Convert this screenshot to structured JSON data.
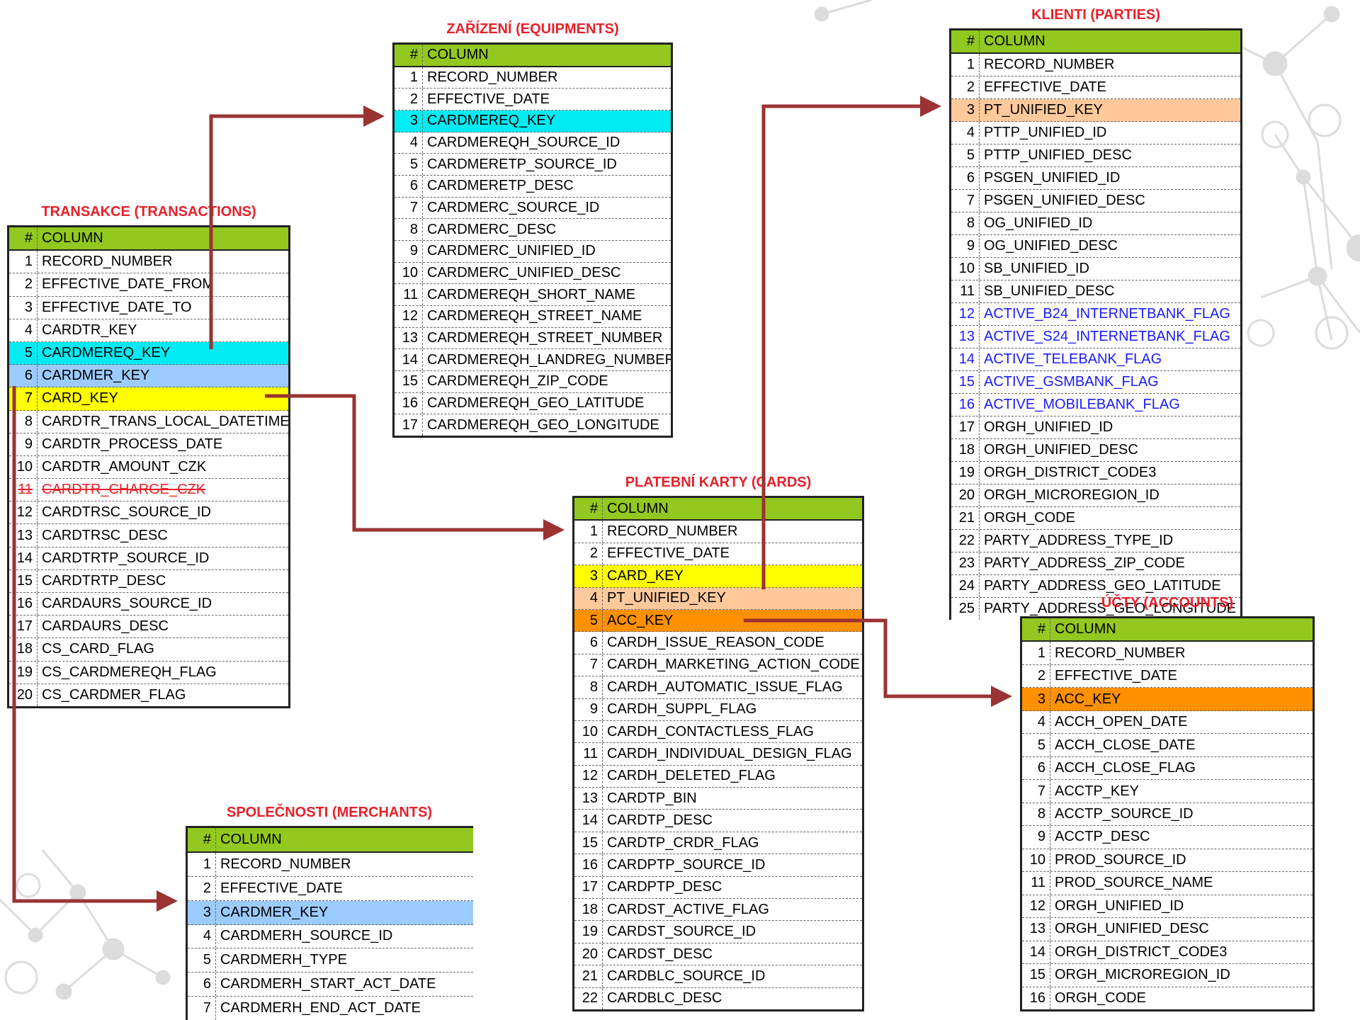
{
  "colors": {
    "title": "#e8202a",
    "header": "#92c820",
    "cyan": "#00ecf2",
    "blue": "#9ccbff",
    "yellow": "#ffff00",
    "peach": "#ffc99c",
    "orange": "#ff9000",
    "arrow": "#9b3333",
    "link_text": "#1a1aff"
  },
  "tables": {
    "transactions": {
      "title": "TRANSAKCE (TRANSACTIONS)",
      "header": {
        "num": "#",
        "col": "COLUMN"
      },
      "rows": [
        {
          "n": "1",
          "name": "RECORD_NUMBER"
        },
        {
          "n": "2",
          "name": "EFFECTIVE_DATE_FROM"
        },
        {
          "n": "3",
          "name": "EFFECTIVE_DATE_TO"
        },
        {
          "n": "4",
          "name": "CARDTR_KEY"
        },
        {
          "n": "5",
          "name": "CARDMEREQ_KEY",
          "hl": "cyan"
        },
        {
          "n": "6",
          "name": "CARDMER_KEY",
          "hl": "blue"
        },
        {
          "n": "7",
          "name": "CARD_KEY",
          "hl": "yellow"
        },
        {
          "n": "8",
          "name": "CARDTR_TRANS_LOCAL_DATETIME"
        },
        {
          "n": "9",
          "name": "CARDTR_PROCESS_DATE"
        },
        {
          "n": "10",
          "name": "CARDTR_AMOUNT_CZK"
        },
        {
          "n": "11",
          "name": "CARDTR_CHARGE_CZK",
          "style": "strike"
        },
        {
          "n": "12",
          "name": "CARDTRSC_SOURCE_ID"
        },
        {
          "n": "13",
          "name": "CARDTRSC_DESC"
        },
        {
          "n": "14",
          "name": "CARDTRTP_SOURCE_ID"
        },
        {
          "n": "15",
          "name": "CARDTRTP_DESC"
        },
        {
          "n": "16",
          "name": "CARDAURS_SOURCE_ID"
        },
        {
          "n": "17",
          "name": "CARDAURS_DESC"
        },
        {
          "n": "18",
          "name": "CS_CARD_FLAG"
        },
        {
          "n": "19",
          "name": "CS_CARDMEREQH_FLAG"
        },
        {
          "n": "20",
          "name": "CS_CARDMER_FLAG"
        }
      ]
    },
    "equipments": {
      "title": "ZAŘÍZENÍ (EQUIPMENTS)",
      "header": {
        "num": "#",
        "col": "COLUMN"
      },
      "rows": [
        {
          "n": "1",
          "name": "RECORD_NUMBER"
        },
        {
          "n": "2",
          "name": "EFFECTIVE_DATE"
        },
        {
          "n": "3",
          "name": "CARDMEREQ_KEY",
          "hl": "cyan"
        },
        {
          "n": "4",
          "name": "CARDMEREQH_SOURCE_ID"
        },
        {
          "n": "5",
          "name": "CARDMERETP_SOURCE_ID"
        },
        {
          "n": "6",
          "name": "CARDMERETP_DESC"
        },
        {
          "n": "7",
          "name": "CARDMERC_SOURCE_ID"
        },
        {
          "n": "8",
          "name": "CARDMERC_DESC"
        },
        {
          "n": "9",
          "name": "CARDMERC_UNIFIED_ID"
        },
        {
          "n": "10",
          "name": "CARDMERC_UNIFIED_DESC"
        },
        {
          "n": "11",
          "name": "CARDMEREQH_SHORT_NAME"
        },
        {
          "n": "12",
          "name": "CARDMEREQH_STREET_NAME"
        },
        {
          "n": "13",
          "name": "CARDMEREQH_STREET_NUMBER"
        },
        {
          "n": "14",
          "name": "CARDMEREQH_LANDREG_NUMBER"
        },
        {
          "n": "15",
          "name": "CARDMEREQH_ZIP_CODE"
        },
        {
          "n": "16",
          "name": "CARDMEREQH_GEO_LATITUDE"
        },
        {
          "n": "17",
          "name": "CARDMEREQH_GEO_LONGITUDE"
        }
      ]
    },
    "parties": {
      "title": "KLIENTI (PARTIES)",
      "header": {
        "num": "#",
        "col": "COLUMN"
      },
      "rows": [
        {
          "n": "1",
          "name": "RECORD_NUMBER"
        },
        {
          "n": "2",
          "name": "EFFECTIVE_DATE"
        },
        {
          "n": "3",
          "name": "PT_UNIFIED_KEY",
          "hl": "peach"
        },
        {
          "n": "4",
          "name": "PTTP_UNIFIED_ID"
        },
        {
          "n": "5",
          "name": "PTTP_UNIFIED_DESC"
        },
        {
          "n": "6",
          "name": "PSGEN_UNIFIED_ID"
        },
        {
          "n": "7",
          "name": "PSGEN_UNIFIED_DESC"
        },
        {
          "n": "8",
          "name": "OG_UNIFIED_ID"
        },
        {
          "n": "9",
          "name": "OG_UNIFIED_DESC"
        },
        {
          "n": "10",
          "name": "SB_UNIFIED_ID"
        },
        {
          "n": "11",
          "name": "SB_UNIFIED_DESC"
        },
        {
          "n": "12",
          "name": "ACTIVE_B24_INTERNETBANK_FLAG",
          "style": "blue-text"
        },
        {
          "n": "13",
          "name": "ACTIVE_S24_INTERNETBANK_FLAG",
          "style": "blue-text"
        },
        {
          "n": "14",
          "name": "ACTIVE_TELEBANK_FLAG",
          "style": "blue-text"
        },
        {
          "n": "15",
          "name": "ACTIVE_GSMBANK_FLAG",
          "style": "blue-text"
        },
        {
          "n": "16",
          "name": "ACTIVE_MOBILEBANK_FLAG",
          "style": "blue-text"
        },
        {
          "n": "17",
          "name": "ORGH_UNIFIED_ID"
        },
        {
          "n": "18",
          "name": "ORGH_UNIFIED_DESC"
        },
        {
          "n": "19",
          "name": "ORGH_DISTRICT_CODE3"
        },
        {
          "n": "20",
          "name": "ORGH_MICROREGION_ID"
        },
        {
          "n": "21",
          "name": "ORGH_CODE"
        },
        {
          "n": "22",
          "name": "PARTY_ADDRESS_TYPE_ID"
        },
        {
          "n": "23",
          "name": "PARTY_ADDRESS_ZIP_CODE"
        },
        {
          "n": "24",
          "name": "PARTY_ADDRESS_GEO_LATITUDE"
        },
        {
          "n": "25",
          "name": "PARTY_ADDRESS_GEO_LONGITUDE"
        }
      ]
    },
    "cards": {
      "title": "PLATEBNÍ KARTY (CARDS)",
      "header": {
        "num": "#",
        "col": "COLUMN"
      },
      "rows": [
        {
          "n": "1",
          "name": "RECORD_NUMBER"
        },
        {
          "n": "2",
          "name": "EFFECTIVE_DATE"
        },
        {
          "n": "3",
          "name": "CARD_KEY",
          "hl": "yellow"
        },
        {
          "n": "4",
          "name": "PT_UNIFIED_KEY",
          "hl": "peach"
        },
        {
          "n": "5",
          "name": "ACC_KEY",
          "hl": "orange"
        },
        {
          "n": "6",
          "name": "CARDH_ISSUE_REASON_CODE"
        },
        {
          "n": "7",
          "name": "CARDH_MARKETING_ACTION_CODE"
        },
        {
          "n": "8",
          "name": "CARDH_AUTOMATIC_ISSUE_FLAG"
        },
        {
          "n": "9",
          "name": "CARDH_SUPPL_FLAG"
        },
        {
          "n": "10",
          "name": "CARDH_CONTACTLESS_FLAG"
        },
        {
          "n": "11",
          "name": "CARDH_INDIVIDUAL_DESIGN_FLAG"
        },
        {
          "n": "12",
          "name": "CARDH_DELETED_FLAG"
        },
        {
          "n": "13",
          "name": "CARDTP_BIN"
        },
        {
          "n": "14",
          "name": "CARDTP_DESC"
        },
        {
          "n": "15",
          "name": "CARDTP_CRDR_FLAG"
        },
        {
          "n": "16",
          "name": "CARDPTP_SOURCE_ID"
        },
        {
          "n": "17",
          "name": "CARDPTP_DESC"
        },
        {
          "n": "18",
          "name": "CARDST_ACTIVE_FLAG"
        },
        {
          "n": "19",
          "name": "CARDST_SOURCE_ID"
        },
        {
          "n": "20",
          "name": "CARDST_DESC"
        },
        {
          "n": "21",
          "name": "CARDBLC_SOURCE_ID"
        },
        {
          "n": "22",
          "name": "CARDBLC_DESC"
        }
      ]
    },
    "accounts": {
      "title": "ÚČTY (ACCOUNTS)",
      "header": {
        "num": "#",
        "col": "COLUMN"
      },
      "rows": [
        {
          "n": "1",
          "name": "RECORD_NUMBER"
        },
        {
          "n": "2",
          "name": "EFFECTIVE_DATE"
        },
        {
          "n": "3",
          "name": "ACC_KEY",
          "hl": "orange"
        },
        {
          "n": "4",
          "name": "ACCH_OPEN_DATE"
        },
        {
          "n": "5",
          "name": "ACCH_CLOSE_DATE"
        },
        {
          "n": "6",
          "name": "ACCH_CLOSE_FLAG"
        },
        {
          "n": "7",
          "name": "ACCTP_KEY"
        },
        {
          "n": "8",
          "name": "ACCTP_SOURCE_ID"
        },
        {
          "n": "9",
          "name": "ACCTP_DESC"
        },
        {
          "n": "10",
          "name": "PROD_SOURCE_ID"
        },
        {
          "n": "11",
          "name": "PROD_SOURCE_NAME"
        },
        {
          "n": "12",
          "name": "ORGH_UNIFIED_ID"
        },
        {
          "n": "13",
          "name": "ORGH_UNIFIED_DESC"
        },
        {
          "n": "14",
          "name": "ORGH_DISTRICT_CODE3"
        },
        {
          "n": "15",
          "name": "ORGH_MICROREGION_ID"
        },
        {
          "n": "16",
          "name": "ORGH_CODE"
        }
      ]
    },
    "merchants": {
      "title": "SPOLEČNOSTI (MERCHANTS)",
      "header": {
        "num": "#",
        "col": "COLUMN"
      },
      "rows": [
        {
          "n": "1",
          "name": "RECORD_NUMBER"
        },
        {
          "n": "2",
          "name": "EFFECTIVE_DATE"
        },
        {
          "n": "3",
          "name": "CARDMER_KEY",
          "hl": "blue"
        },
        {
          "n": "4",
          "name": "CARDMERH_SOURCE_ID"
        },
        {
          "n": "5",
          "name": "CARDMERH_TYPE"
        },
        {
          "n": "6",
          "name": "CARDMERH_START_ACT_DATE"
        },
        {
          "n": "7",
          "name": "CARDMERH_END_ACT_DATE"
        }
      ]
    }
  }
}
